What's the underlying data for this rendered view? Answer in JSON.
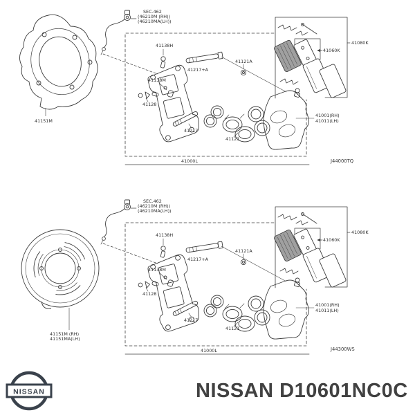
{
  "footer": {
    "logo_text": "NISSAN",
    "brand": "NISSAN",
    "part_number": "D10601NC0C"
  },
  "diagrams": [
    {
      "code": "J44000TQ",
      "sec_note": [
        "SEC.462",
        "(46210M (RH))",
        "(46210MA(LH))"
      ],
      "labels": {
        "shield": "41151M",
        "pin_bolt": "41138H",
        "slide_pin_upper": "41217+A",
        "inlet_plug": "41121A",
        "pin_bushing": "41138M",
        "bleeder_valve": "41128",
        "slide_pin_lower": "41217",
        "piston": "41121",
        "brake_assembly": "41000L",
        "hardware_kit": "41080K",
        "pad_kit": "41060K",
        "caliper_rh": "41001(RH)",
        "caliper_lh": "41011(LH)"
      }
    },
    {
      "code": "J44300WS",
      "sec_note": [
        "SEC.462",
        "(46210M (RH))",
        "(46210MA(LH))"
      ],
      "labels": {
        "shield_rh": "41151M (RH)",
        "shield_lh": "41151MA(LH)",
        "pin_bolt": "41138H",
        "slide_pin_upper": "41217+A",
        "inlet_plug": "41121A",
        "pin_bushing": "41138M",
        "bleeder_valve": "41128",
        "slide_pin_lower": "41217",
        "piston": "41121",
        "brake_assembly": "41000L",
        "hardware_kit": "41080K",
        "pad_kit": "41060K",
        "caliper_rh": "41001(RH)",
        "caliper_lh": "41011(LH)"
      }
    }
  ]
}
